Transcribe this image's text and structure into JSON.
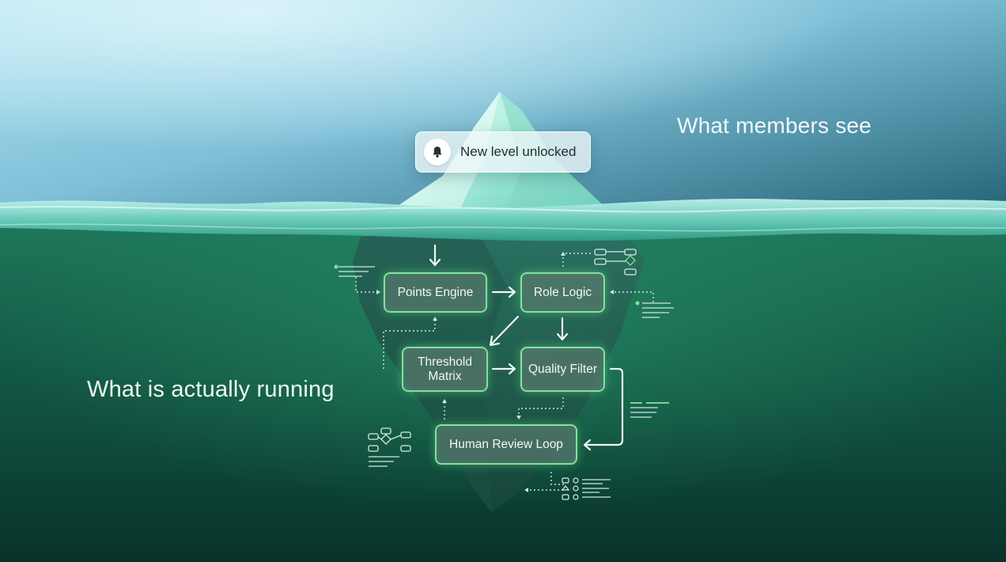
{
  "labels": {
    "above": "What members see",
    "below": "What is actually running"
  },
  "notification": {
    "icon": "bell-icon",
    "text": "New level unlocked"
  },
  "nodes": {
    "points": "Points Engine",
    "role": "Role Logic",
    "threshold": "Threshold Matrix",
    "quality": "Quality Filter",
    "human": "Human Review Loop"
  },
  "colors": {
    "node_border": "#7fe39a",
    "accent_green": "#66e08a",
    "sky_top": "#a9def0",
    "sea_deep": "#0a3a2f"
  }
}
